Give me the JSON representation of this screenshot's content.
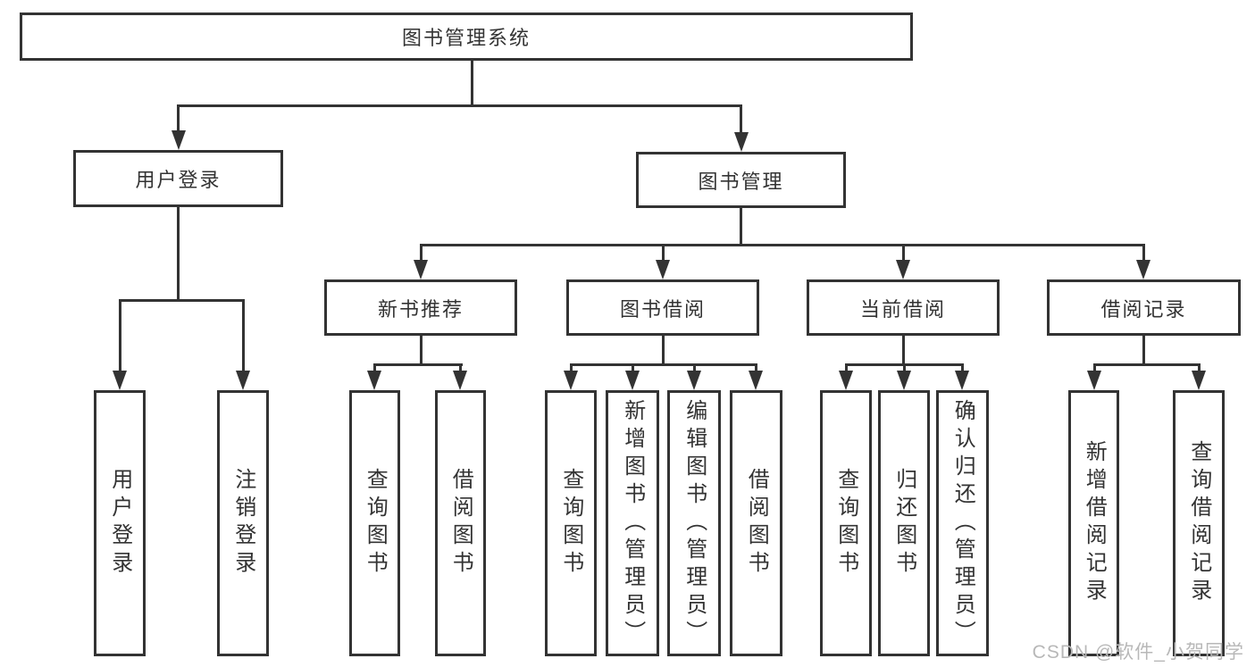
{
  "nodes": {
    "root": {
      "label": "图书管理系统"
    },
    "user_login": {
      "label": "用户登录"
    },
    "book_mgmt": {
      "label": "图书管理"
    },
    "user_login_leaf": {
      "label": "用户登录"
    },
    "logout_leaf": {
      "label": "注销登录"
    },
    "new_book_rec": {
      "label": "新书推荐"
    },
    "book_borrow": {
      "label": "图书借阅"
    },
    "current_borrow": {
      "label": "当前借阅"
    },
    "borrow_record": {
      "label": "借阅记录"
    },
    "nb_query_book": {
      "label": "查询图书"
    },
    "nb_borrow_book": {
      "label": "借阅图书"
    },
    "bb_query_book": {
      "label": "查询图书"
    },
    "bb_add_book": {
      "label": "新增图书（管理员）"
    },
    "bb_edit_book": {
      "label": "编辑图书（管理员）"
    },
    "bb_borrow_book": {
      "label": "借阅图书"
    },
    "cb_query_book": {
      "label": "查询图书"
    },
    "cb_return_book": {
      "label": "归还图书"
    },
    "cb_confirm_return": {
      "label": "确认归还（管理员）"
    },
    "br_add_record": {
      "label": "新增借阅记录"
    },
    "br_query_record": {
      "label": "查询借阅记录"
    }
  },
  "hierarchy": {
    "图书管理系统": {
      "用户登录": [
        "用户登录",
        "注销登录"
      ],
      "图书管理": {
        "新书推荐": [
          "查询图书",
          "借阅图书"
        ],
        "图书借阅": [
          "查询图书",
          "新增图书（管理员）",
          "编辑图书（管理员）",
          "借阅图书"
        ],
        "当前借阅": [
          "查询图书",
          "归还图书",
          "确认归还（管理员）"
        ],
        "借阅记录": [
          "新增借阅记录",
          "查询借阅记录"
        ]
      }
    }
  },
  "watermark": {
    "text": "CSDN @软件_小贺同学"
  },
  "colors": {
    "line": "#333333",
    "text": "#333333",
    "watermark": "#b8b8b8",
    "background": "#ffffff"
  }
}
